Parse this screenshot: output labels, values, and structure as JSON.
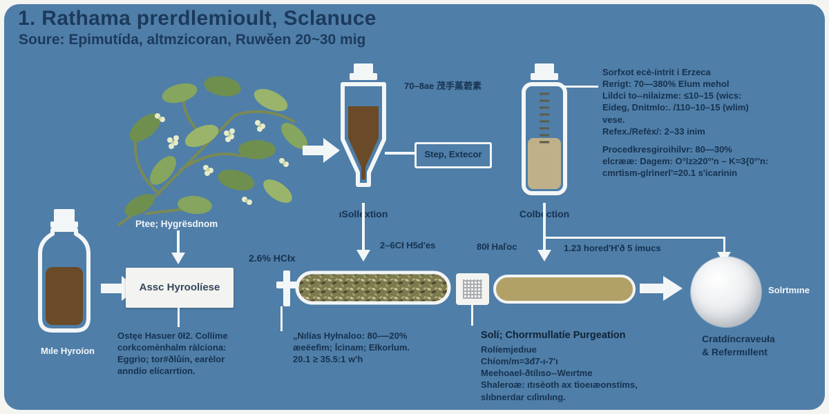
{
  "colors": {
    "background": "#4f7ea8",
    "frame": "#f4f4f1",
    "navy_text": "#16324f",
    "white_shape": "#f3f6f7",
    "liquid_brown": "#6a4a27",
    "liquid_tan": "#c0b08a",
    "capsule_tan": "#b2a166",
    "herb_base": "#7d7a4e"
  },
  "title": {
    "line1": "1. Rathama prerdlemioult, Sclanuce",
    "line2": "Soure: Epimutída, altmzicoran, Ruwěen 20~30 mig"
  },
  "extraction": {
    "funnel_top_label": "70–8ae 茂手蒸菪素",
    "funnel_label": "ıSollextion",
    "step_box_label": "Step, Extecor",
    "flask_label": "Colbection",
    "notes_top": [
      "Sorfxot ecè-íntrit i Erzeca",
      "Rerigt: 70—380% Elum mehol",
      "Lildci to--nilaizme: ≤10–15 (wics:",
      "Eideg, Dnitmlo:. /110–10–15 (wlim)",
      "vese.",
      "Refex./Refèx/: 2–33 inim"
    ],
    "notes_bottom": [
      "Procedkresgiroihilvr: 80—30%",
      "elcrææ: Dagem: O°lz≥20°'n – K=3{0°'n:",
      "cmrtìsm-glrìnerl'=20.1 s'icarinin"
    ]
  },
  "mid_labels": {
    "left": "2–6Cł H5d'es",
    "center": "80ł Haľoc",
    "right": "1.23 hored'H'ð 5 ímucs"
  },
  "hydrolysis": {
    "bottle_label": "Mıle Hyroíon",
    "pre_label": "Ptee; Hygrësdnom",
    "box_label": "Assc Hyroolíese",
    "acid_label": "2.6% HCłx",
    "notes": [
      "Ostęe Hasuer 0ł2. Collíme",
      "corkcomènhalm ràlciona:",
      "Eggrìo; tor#ðlůin, earèlor",
      "anndío elícarrtion."
    ],
    "capsule_notes": [
      "„Nılías Hyłnaloo: 80-—20%",
      "æeëefìm; İcìnam; Ełkorlum.",
      "20.1 ≥ 35.5:1 w'h"
    ]
  },
  "purification": {
    "heading": "Solí; Chorrmullatíe Purgeatíon",
    "notes": [
      "Rolíemjedıue",
      "Chíom/m=3đ7-ı-7'ı",
      "Meehoael-ðtílıso--Weırtme",
      "Shaleroæ: ıtısèoth ax tìoeıæonstíms,",
      "slıbnerdar cılìnılıng."
    ],
    "product_label": "Solrtmıne",
    "result_lines": [
      "Cratdíncraveuła",
      "& Refermıllent"
    ]
  }
}
